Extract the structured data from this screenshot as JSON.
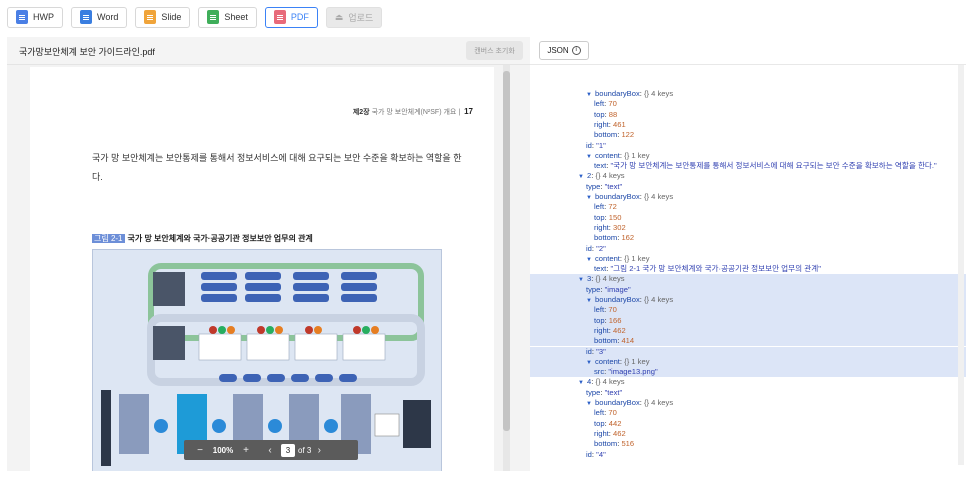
{
  "toolbar": {
    "buttons": [
      {
        "label": "HWP",
        "color": "#4a7fe5"
      },
      {
        "label": "Word",
        "color": "#3a7ee0"
      },
      {
        "label": "Slide",
        "color": "#f0a43a"
      },
      {
        "label": "Sheet",
        "color": "#3fae5a"
      },
      {
        "label": "PDF",
        "color": "#e86a7a"
      },
      {
        "label": "업로드",
        "color": "#aaaaaa"
      }
    ]
  },
  "viewer": {
    "file_name": "국가망보안체계 보안 가이드라인.pdf",
    "reset_label": "캔버스 초기화",
    "page_header": {
      "chapter": "제2장",
      "title": "국가 망 보안체계(N²SF) 개요",
      "number": "17"
    },
    "paragraph": "국가 망 보안체계는 보안통제를 통해서 정보서비스에 대해 요구되는 보안 수준을 확보하는 역할을 한다.",
    "figure_label": "그림 2-1",
    "figure_caption": "국가 망 보안체계와 국가·공공기관 정보보안 업무의 관계",
    "zoom": {
      "minus": "−",
      "value": "100%",
      "plus": "+",
      "prev": "‹",
      "page": "3",
      "of": "of 3",
      "next": "›"
    }
  },
  "json_panel": {
    "button_label": "JSON",
    "info_icon": "ⓘ",
    "lines": [
      {
        "indent": 4,
        "arrow": "▼",
        "key": "boundaryBox",
        "meta": "{}  4 keys"
      },
      {
        "indent": 6,
        "key": "left",
        "num": "70"
      },
      {
        "indent": 6,
        "key": "top",
        "num": "88"
      },
      {
        "indent": 6,
        "key": "right",
        "num": "461"
      },
      {
        "indent": 6,
        "key": "bottom",
        "num": "122"
      },
      {
        "indent": 4,
        "key": "id",
        "str": "\"1\""
      },
      {
        "indent": 4,
        "arrow": "▼",
        "key": "content",
        "meta": "{}  1 key"
      },
      {
        "indent": 6,
        "key": "text",
        "str": "\"국가 망 보안체계는 보안통제를 통해서 정보서비스에 대해 요구되는 보안 수준을 확보하는 역할을 한다.\""
      },
      {
        "indent": 2,
        "arrow": "▼",
        "key": "2",
        "meta": "{}  4 keys"
      },
      {
        "indent": 4,
        "key": "type",
        "str": "\"text\""
      },
      {
        "indent": 4,
        "arrow": "▼",
        "key": "boundaryBox",
        "meta": "{}  4 keys"
      },
      {
        "indent": 6,
        "key": "left",
        "num": "72"
      },
      {
        "indent": 6,
        "key": "top",
        "num": "150"
      },
      {
        "indent": 6,
        "key": "right",
        "num": "302"
      },
      {
        "indent": 6,
        "key": "bottom",
        "num": "162"
      },
      {
        "indent": 4,
        "key": "id",
        "str": "\"2\""
      },
      {
        "indent": 4,
        "arrow": "▼",
        "key": "content",
        "meta": "{}  1 key"
      },
      {
        "indent": 6,
        "key": "text",
        "str": "\"그림 2-1 국가 망 보안체계와 국가·공공기관 정보보안 업무의 관계\""
      },
      {
        "indent": 2,
        "arrow": "▼",
        "key": "3",
        "meta": "{}  4 keys",
        "hl": true
      },
      {
        "indent": 4,
        "key": "type",
        "str": "\"image\"",
        "hl": true
      },
      {
        "indent": 4,
        "arrow": "▼",
        "key": "boundaryBox",
        "meta": "{}  4 keys",
        "hl": true
      },
      {
        "indent": 6,
        "key": "left",
        "num": "70",
        "hl": true
      },
      {
        "indent": 6,
        "key": "top",
        "num": "166",
        "hl": true
      },
      {
        "indent": 6,
        "key": "right",
        "num": "462",
        "hl": true
      },
      {
        "indent": 6,
        "key": "bottom",
        "num": "414",
        "hl": true
      },
      {
        "indent": 4,
        "key": "id",
        "str": "\"3\"",
        "hl": true
      },
      {
        "indent": 4,
        "arrow": "▼",
        "key": "content",
        "meta": "{}  1 key",
        "hl": true
      },
      {
        "indent": 6,
        "key": "src",
        "str": "\"image13.png\"",
        "hl": true
      },
      {
        "indent": 2,
        "arrow": "▼",
        "key": "4",
        "meta": "{}  4 keys"
      },
      {
        "indent": 4,
        "key": "type",
        "str": "\"text\""
      },
      {
        "indent": 4,
        "arrow": "▼",
        "key": "boundaryBox",
        "meta": "{}  4 keys"
      },
      {
        "indent": 6,
        "key": "left",
        "num": "70"
      },
      {
        "indent": 6,
        "key": "top",
        "num": "442"
      },
      {
        "indent": 6,
        "key": "right",
        "num": "462"
      },
      {
        "indent": 6,
        "key": "bottom",
        "num": "516"
      },
      {
        "indent": 4,
        "key": "id",
        "str": "\"4\""
      }
    ]
  }
}
